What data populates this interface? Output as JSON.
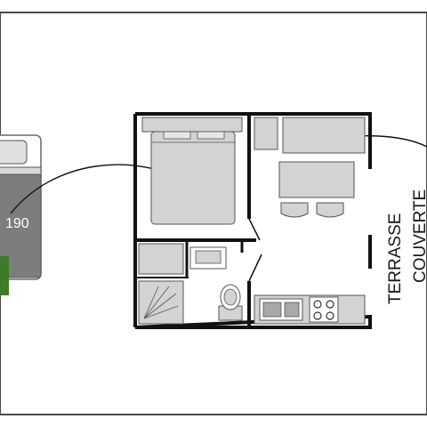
{
  "bed_detail": {
    "size_label": "190",
    "colors": {
      "mattress": "#7d7d7d",
      "sheet": "#d9d9d9",
      "rug": "#3f7a26"
    }
  },
  "floor_plan": {
    "terrace_label_line1": "TERRASSE",
    "terrace_label_line2": "COUVERTE",
    "colors": {
      "walls": "#111111",
      "furniture": "#d3d3d3",
      "frame": "#4a4a4a"
    }
  }
}
